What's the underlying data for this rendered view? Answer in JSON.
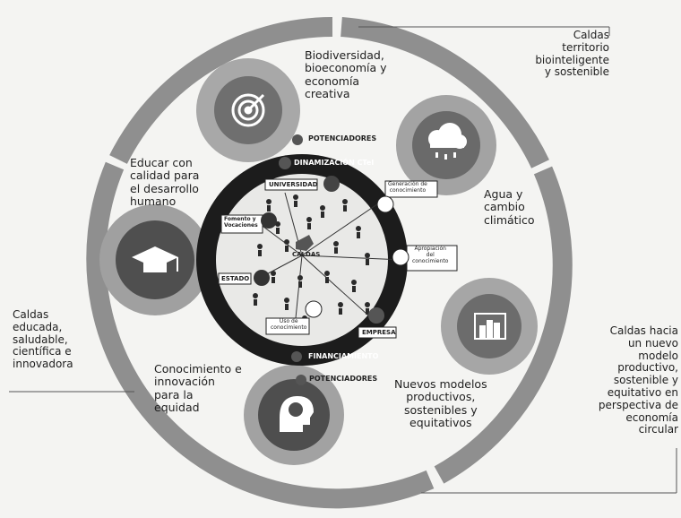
{
  "outer_labels": {
    "top_right": "Caldas\nterritorio\nbiointeligente\ny sostenible",
    "left": "Caldas\neducada,\nsaludable,\ncientífica e\ninnovadora",
    "right": "Caldas hacia\nun nuevo\nmodelo\nproductivo,\nsostenible y\nequitativo en\nperspectiva de\neconomía\ncircular"
  },
  "themes": {
    "biodiversidad": "Biodiversidad,\nbioeconomía y\neconomía\ncreativa",
    "educar": "Educar con\ncalidad para\nel desarrollo\nhumano",
    "agua": "Agua y\ncambio\nclimático",
    "conocimiento": "Conocimiento e\ninnovación\npara la\nequidad",
    "nuevos_modelos": "Nuevos modelos\nproductivos,\nsostenibles y\nequitativos"
  },
  "ring_labels": {
    "potenciadores_top": "POTENCIADORES",
    "dinamizacion": "DINAMIZACIÓN CTeI",
    "financiamiento": "FINANCIAMIENTO",
    "potenciadores_bottom": "POTENCIADORES"
  },
  "center": {
    "caldas": "CALDAS",
    "universidad": "UNIVERSIDAD",
    "generacion": "Generación de\nconocimiento",
    "fomento": "Fomento y\nVocaciones",
    "apropiacion": "Apropiación\ndel\nconocimiento",
    "estado": "ESTADO",
    "uso": "Uso de\nconocimiento",
    "empresa": "EMPRESA"
  },
  "icons": {
    "biodiversidad": "target-icon",
    "agua": "rain-cloud-icon",
    "nuevos_modelos": "bar-chart-icon",
    "conocimiento": "brain-head-icon",
    "educar": "graduation-cap-icon"
  },
  "colors": {
    "ring_gray": "#8f8f8f",
    "dark_ring": "#1c1c1c",
    "bubble": "#6d6d6d",
    "background": "#f4f4f2"
  }
}
